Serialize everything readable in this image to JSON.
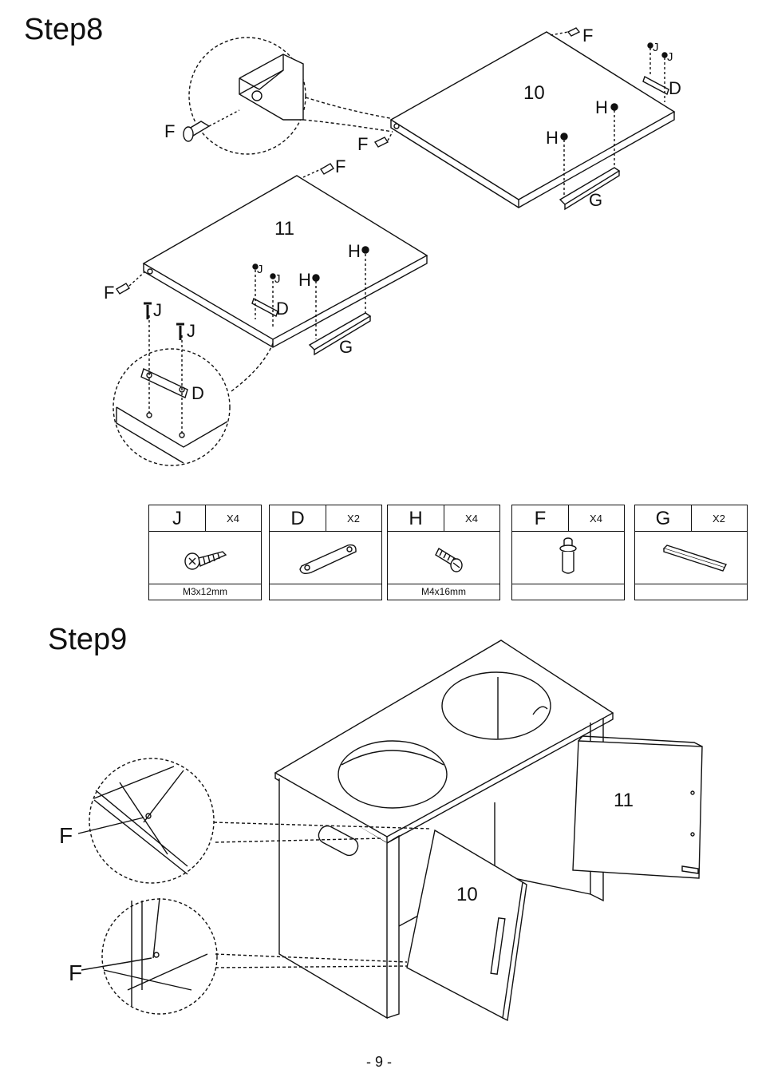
{
  "steps": {
    "step8_title": "Step8",
    "step9_title": "Step9"
  },
  "callouts": {
    "panel_10": "10",
    "panel_11": "11",
    "F": "F",
    "J": "J",
    "D": "D",
    "H": "H",
    "G": "G"
  },
  "parts": [
    {
      "letter": "J",
      "qty": "X4",
      "size": "M3x12mm",
      "icon": "screw-icon"
    },
    {
      "letter": "D",
      "qty": "X2",
      "size": "",
      "icon": "connector-plate-icon"
    },
    {
      "letter": "H",
      "qty": "X4",
      "size": "M4x16mm",
      "icon": "bolt-icon"
    },
    {
      "letter": "F",
      "qty": "X4",
      "size": "",
      "icon": "hinge-pin-icon"
    },
    {
      "letter": "G",
      "qty": "X2",
      "size": "",
      "icon": "handle-icon"
    }
  ],
  "page_number": "- 9 -"
}
